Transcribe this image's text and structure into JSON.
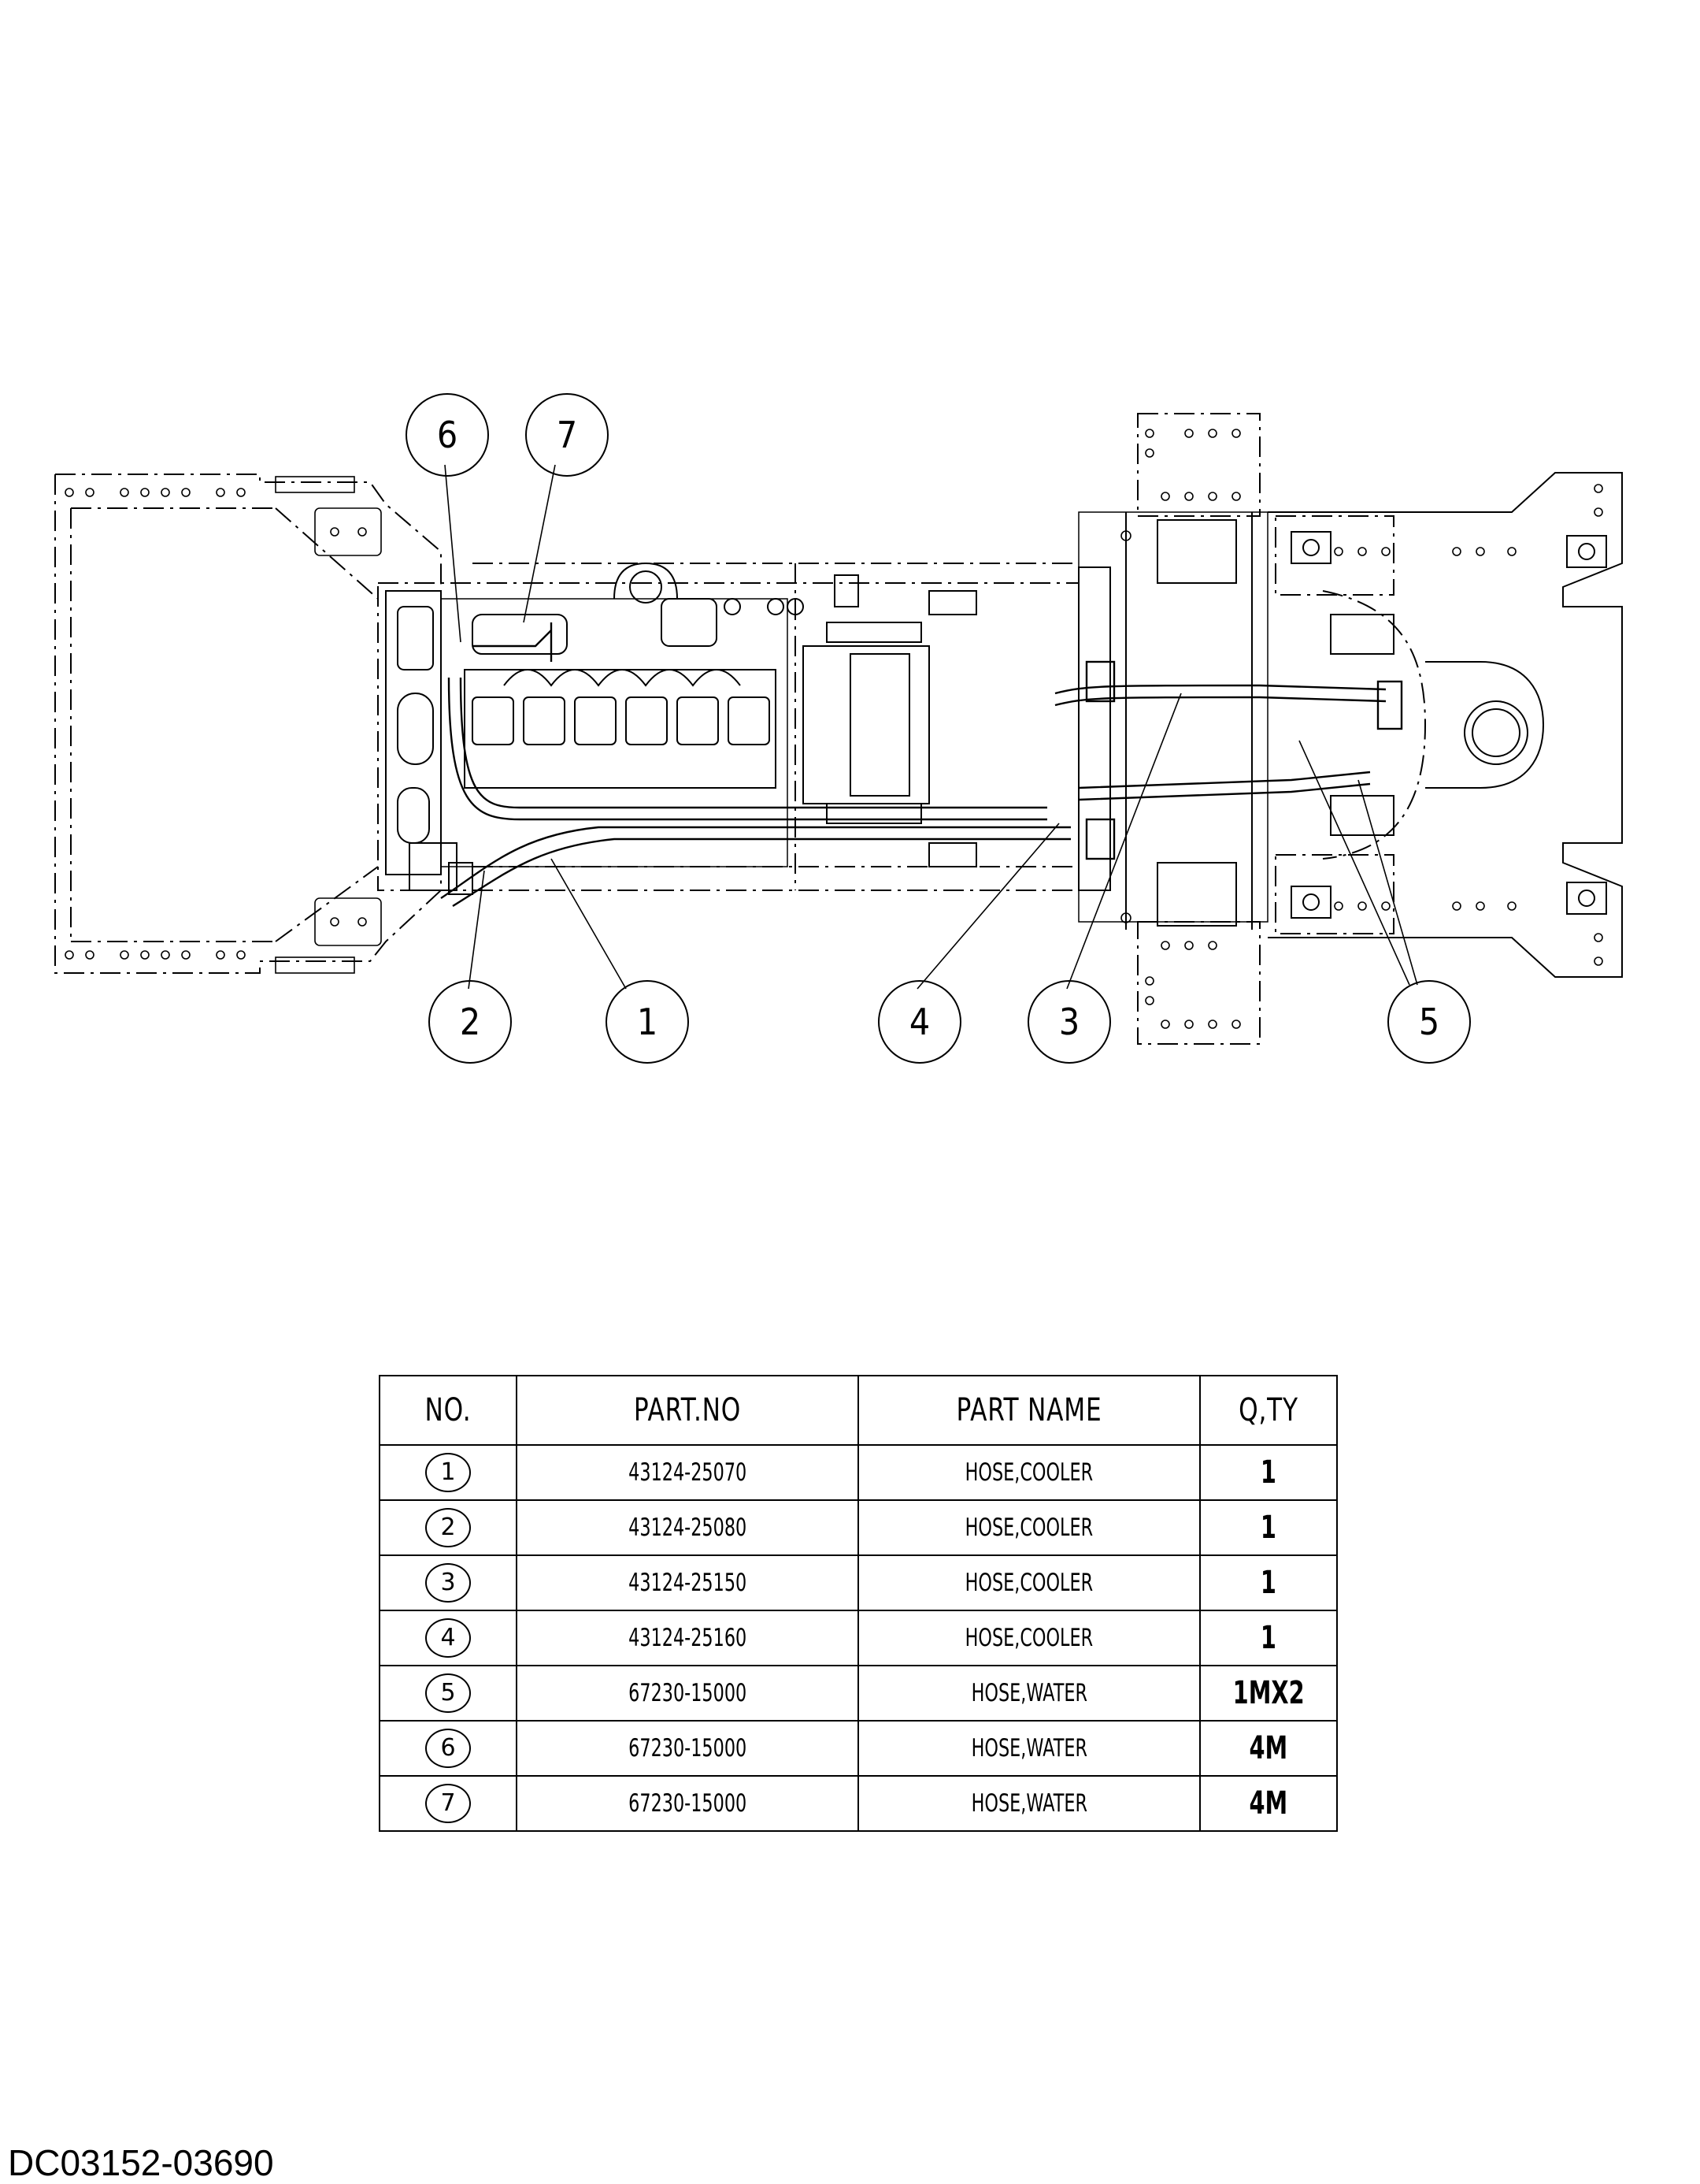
{
  "callouts": [
    "1",
    "2",
    "3",
    "4",
    "5",
    "6",
    "7"
  ],
  "table": {
    "headers": [
      "NO.",
      "PART.NO",
      "PART NAME",
      "Q,TY"
    ],
    "rows": [
      {
        "no": "1",
        "part_no": "43124-25070",
        "part_name": "HOSE,COOLER",
        "qty": "1"
      },
      {
        "no": "2",
        "part_no": "43124-25080",
        "part_name": "HOSE,COOLER",
        "qty": "1"
      },
      {
        "no": "3",
        "part_no": "43124-25150",
        "part_name": "HOSE,COOLER",
        "qty": "1"
      },
      {
        "no": "4",
        "part_no": "43124-25160",
        "part_name": "HOSE,COOLER",
        "qty": "1"
      },
      {
        "no": "5",
        "part_no": "67230-15000",
        "part_name": "HOSE,WATER",
        "qty": "1MX2"
      },
      {
        "no": "6",
        "part_no": "67230-15000",
        "part_name": "HOSE,WATER",
        "qty": "4M"
      },
      {
        "no": "7",
        "part_no": "67230-15000",
        "part_name": "HOSE,WATER",
        "qty": "4M"
      }
    ]
  },
  "document_id": "DC03152-03690"
}
